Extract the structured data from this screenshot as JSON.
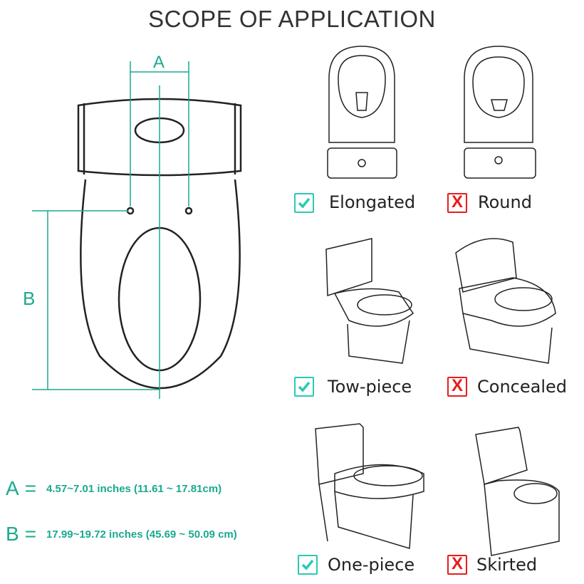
{
  "title": "SCOPE OF APPLICATION",
  "dimensions": {
    "a_label": "A",
    "b_label": "B",
    "eq": "=",
    "a_value": "4.57~7.01 inches (11.61 ~ 17.81cm)",
    "b_value": "17.99~19.72 inches (45.69 ~ 50.09 cm)"
  },
  "types": [
    {
      "label": "Elongated",
      "compatible": true
    },
    {
      "label": "Round",
      "compatible": false
    },
    {
      "label": "Tow-piece",
      "compatible": true
    },
    {
      "label": "Concealed",
      "compatible": false
    },
    {
      "label": "One-piece",
      "compatible": true
    },
    {
      "label": "Skirted",
      "compatible": false
    }
  ],
  "x_symbol": "X",
  "colors": {
    "accent": "#1aa98f",
    "check": "#2bc9b4",
    "cross": "#e81c1c"
  }
}
